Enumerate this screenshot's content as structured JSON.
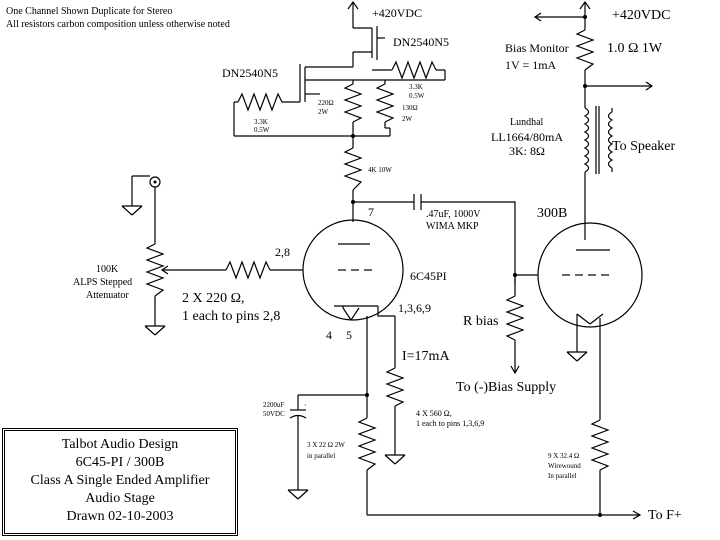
{
  "notes": {
    "line1": "One Channel Shown Duplicate for Stereo",
    "line2": "All resistors carbon composition unless otherwise noted"
  },
  "supply": {
    "left_label": "+420VDC",
    "right_label": "+420VDC",
    "ground_out_label": "To F+"
  },
  "mosfets": {
    "upper": "DN2540N5",
    "lower": "DN2540N5"
  },
  "resistors": {
    "r_upper_gate_value": "3.3K",
    "r_upper_gate_power": "0.5W",
    "r_lower_gate_value": "3.3K",
    "r_lower_gate_power": "0.5W",
    "r_220_value": "220Ω",
    "r_220_power": "2W",
    "r_130_value": "130Ω",
    "r_130_power": "2W",
    "r_plate": "4K 10W",
    "r_bias": "R bias",
    "grid_stopper_1": "2 X 220 Ω,",
    "grid_stopper_2": "1 each to pins 2,8",
    "cath_6c45_1": "4 X 560 Ω,",
    "cath_6c45_2": "1 each to pins 1,3,6,9",
    "cath_bypass_1": "3 X 22 Ω 2W",
    "cath_bypass_2": "in parallel",
    "wirewound_1": "9 X 32.4 Ω",
    "wirewound_2": "Wirewound",
    "wirewound_3": "In parallel"
  },
  "capacitors": {
    "coupling_1": ".47uF, 1000V",
    "coupling_2": "WIMA MKP",
    "bypass_1": "2200uF",
    "bypass_2": "50VDC"
  },
  "attenuator": {
    "line1": "100K",
    "line2": "ALPS Stepped",
    "line3": "Attenuator"
  },
  "tube_6c45": {
    "name": "6C45PI",
    "pin_plate": "7",
    "pin_grid": "2,8",
    "pin_cathode": "1,3,6,9",
    "pin_heater_a": "4",
    "pin_heater_b": "5",
    "current": "I=17mA"
  },
  "tube_300b": {
    "name": "300B",
    "bias_supply": "To (-)Bias Supply"
  },
  "bias_monitor": {
    "line1": "Bias Monitor",
    "line2": "1V = 1mA",
    "resistor": "1.0 Ω 1W"
  },
  "transformer": {
    "line1": "Lundhal",
    "line2": "LL1664/80mA",
    "line3": "3K: 8Ω",
    "speaker": "To Speaker"
  },
  "title_block": {
    "line1": "Talbot Audio Design",
    "line2": "6C45-PI / 300B",
    "line3": "Class A Single Ended Amplifier",
    "line4": "Audio Stage",
    "line5": "Drawn 02-10-2003"
  }
}
